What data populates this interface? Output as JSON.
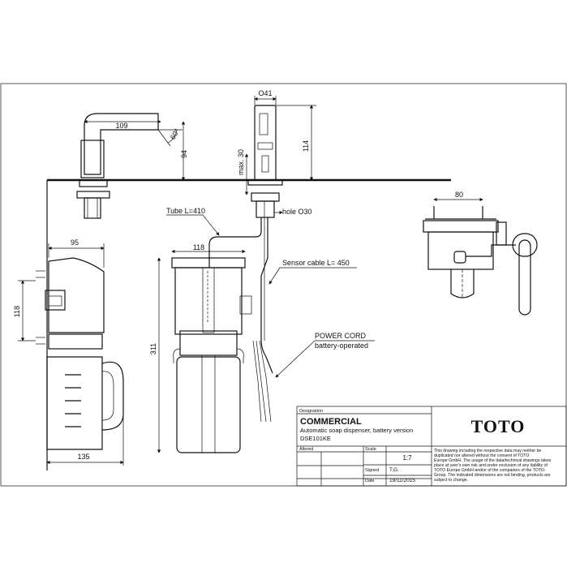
{
  "drawing": {
    "dimensions": {
      "spout_reach": "109",
      "spout_angle": "60°",
      "spout_height": "94",
      "head_diameter": "O41",
      "max_height": "max. 30",
      "head_height": "114",
      "tube_length": "Tube L=410",
      "hole": "hole O30",
      "sensor_cable": "Sensor cable L= 450",
      "power_cord": "POWER CORD",
      "battery_note": "battery-operated",
      "tank_width_top": "118",
      "tank_height": "311",
      "side_width": "95",
      "side_height": "118",
      "side_bottom_width": "135",
      "top_view_width": "80"
    }
  },
  "title_block": {
    "designation_label": "Designation",
    "title": "COMMERCIAL",
    "description": "Automatic soap dispenser, battery version",
    "code": "DSE101KE",
    "brand": "TOTO",
    "altered_label": "Altered",
    "scale_label": "Scale",
    "scale_value": "1:7",
    "signed_label": "Signed",
    "signed_value": "T.G.",
    "date_label": "Date",
    "date_value": "19/11/2015",
    "disclaimer_lines": [
      "This drawing including the respective data may neither be",
      "duplicated nor altered without the consent of TOTO",
      "Europe GmbH. The usage of the data/technical drawings takes",
      "place at user's own risk and under exclusion of any liability of",
      "TOTO Europe GmbH and/or of the companies of the TOTO-",
      "Group. The indicated dimensions are not binding, products are",
      "subject to change."
    ]
  }
}
